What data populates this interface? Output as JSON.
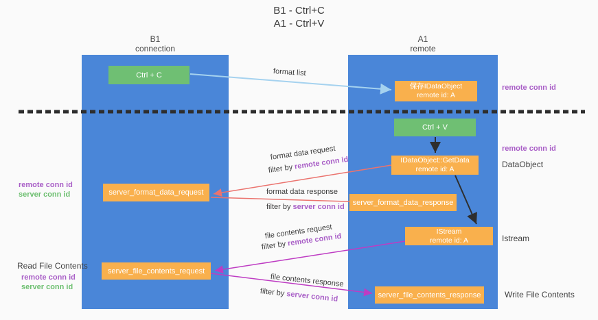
{
  "title": {
    "line1": "B1 - Ctrl+C",
    "line2": "A1 - Ctrl+V"
  },
  "lanes": {
    "b1": {
      "title": "B1",
      "subtitle": "connection"
    },
    "a1": {
      "title": "A1",
      "subtitle": "remote"
    }
  },
  "nodes": {
    "ctrl_c": {
      "label": "Ctrl + C"
    },
    "ctrl_v": {
      "label": "Ctrl + V"
    },
    "save_dataobject": {
      "line1": "保存IDataObject",
      "line2": "remote id: A"
    },
    "getdata": {
      "line1": "IDataObject::GetData",
      "line2": "remote id: A"
    },
    "istream": {
      "line1": "IStream",
      "line2": "remote id: A"
    },
    "format_request": {
      "label": "server_format_data_request"
    },
    "format_response": {
      "label": "server_format_data_response"
    },
    "file_request": {
      "label": "server_file_contents_request"
    },
    "file_response": {
      "label": "server_file_contents_response"
    }
  },
  "edges": {
    "format_list": {
      "label": "format list"
    },
    "format_data_request": {
      "label": "format data request",
      "filter_prefix": "filter by ",
      "filter_key": "remote conn id"
    },
    "format_data_response": {
      "label": "format data response",
      "filter_prefix": "filter by ",
      "filter_key": "server conn id"
    },
    "file_contents_request": {
      "label": "file contents request",
      "filter_prefix": "filter by ",
      "filter_key": "remote conn id"
    },
    "file_contents_response": {
      "label": "file contents response",
      "filter_prefix": "filter by ",
      "filter_key": "server conn id"
    }
  },
  "annotations": {
    "right_remote_conn_id_top": "remote conn id",
    "right_remote_conn_id_mid": "remote conn id",
    "dataobject": "DataObject",
    "istream": "Istream",
    "write_file_contents": "Write File Contents",
    "left_remote_conn_id_1": "remote conn id",
    "left_server_conn_id_1": "server conn id",
    "read_file_contents": "Read File Contents",
    "left_remote_conn_id_2": "remote conn id",
    "left_server_conn_id_2": "server conn id"
  },
  "colors": {
    "lane_blue": "#4a86d8",
    "node_green": "#6fbf73",
    "node_orange": "#f9b04d",
    "arrow_light_blue": "#a5d2ef",
    "arrow_red": "#eb736e",
    "arrow_magenta": "#be3cc3",
    "arrow_black": "#2e2e2e",
    "text_purple": "#a95fc7",
    "text_green": "#6dbf70",
    "background": "#fafafa"
  }
}
